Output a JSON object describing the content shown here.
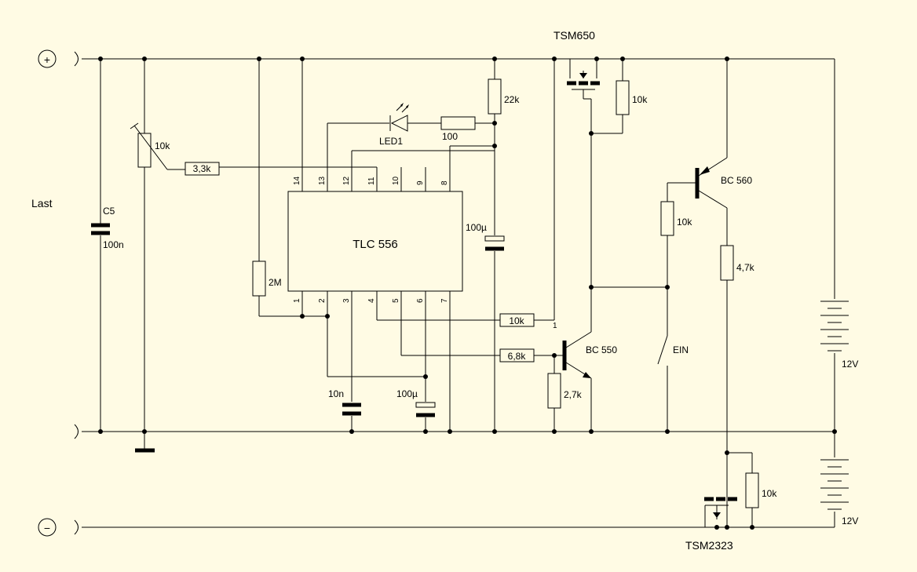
{
  "rails": {
    "plus_symbol": "+",
    "minus_symbol": "−",
    "load_label": "Last"
  },
  "ic": {
    "name": "TLC 556",
    "pins_top": [
      "14",
      "13",
      "12",
      "11",
      "10",
      "9",
      "8"
    ],
    "pins_bottom": [
      "1",
      "2",
      "3",
      "4",
      "5",
      "6",
      "7"
    ]
  },
  "components": {
    "c5": "C5",
    "c5_value": "100n",
    "pot": "10k",
    "r_33k": "3,3k",
    "led": "LED1",
    "r_100": "100",
    "r_22k": "22k",
    "cap_100u_top": "100µ",
    "r_2m": "2M",
    "cap_10n": "10n",
    "cap_100u_bottom": "100µ",
    "r_10k_base": "10k",
    "r_10k_base_pin": "1",
    "r_68k": "6,8k",
    "r_27k": "2,7k",
    "q_bc550": "BC 550",
    "q_tsm650": "TSM650",
    "r_10k_gate": "10k",
    "q_bc560": "BC 560",
    "r_10k_bc560": "10k",
    "r_47k": "4,7k",
    "switch": "EIN",
    "battery_top": "12V",
    "battery_bottom": "12V",
    "q_tsm2323": "TSM2323",
    "r_10k_tsm2323": "10k"
  }
}
